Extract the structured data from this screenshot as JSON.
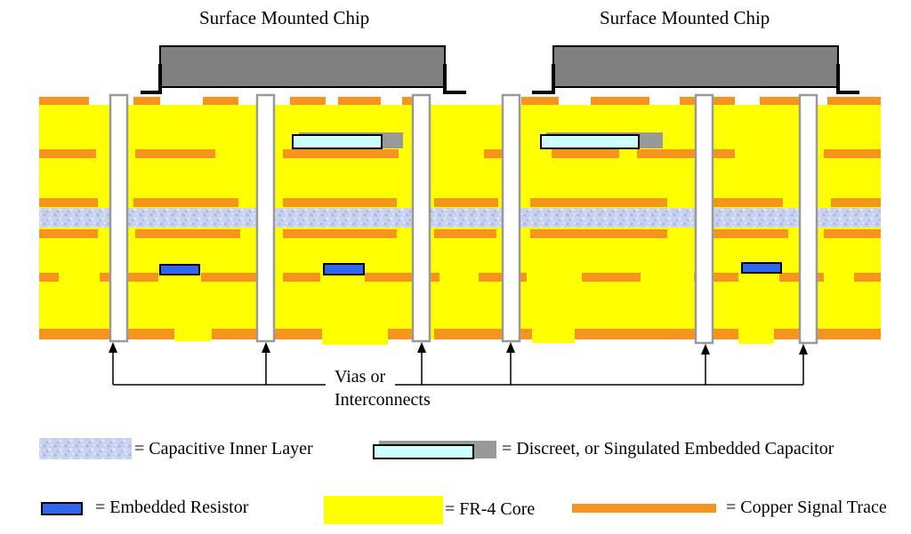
{
  "chips": [
    {
      "title": "Surface Mounted Chip"
    },
    {
      "title": "Surface Mounted Chip"
    }
  ],
  "vias_label": {
    "line1": "Vias or",
    "line2": "Interconnects"
  },
  "legend": {
    "capacitive_layer": "= Capacitive Inner Layer",
    "capacitor": "= Discreet, or Singulated Embedded Capacitor",
    "resistor": "= Embedded Resistor",
    "core": "= FR-4 Core",
    "copper": "= Copper Signal Trace"
  },
  "colors": {
    "core": "#ffff00",
    "copper": "#f7941d",
    "capacitive_layer": "#c8d2ee",
    "resistor": "#3366ee",
    "capacitor": "#ccffff",
    "capacitor_shadow": "#999999",
    "chip": "#808080",
    "via": "#ffffff"
  }
}
